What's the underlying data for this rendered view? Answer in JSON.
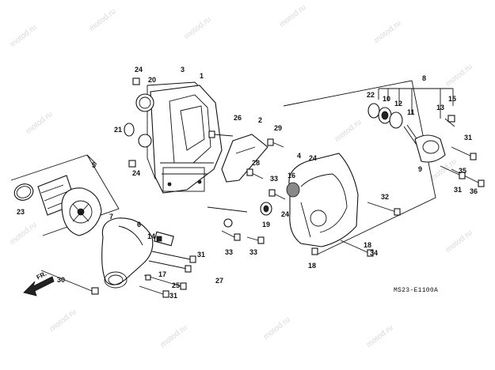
{
  "watermark": "motod.ru",
  "diagram_code": "MS23-E1100A",
  "front_marker": "FR.",
  "part_numbers": [
    "1",
    "2",
    "3",
    "4",
    "5",
    "6",
    "7",
    "8",
    "9",
    "10",
    "11",
    "12",
    "13",
    "14",
    "15",
    "16",
    "17",
    "18",
    "19",
    "20",
    "21",
    "22",
    "23",
    "24",
    "25",
    "26",
    "27",
    "28",
    "29",
    "30",
    "31",
    "32",
    "33",
    "34",
    "35",
    "36"
  ]
}
